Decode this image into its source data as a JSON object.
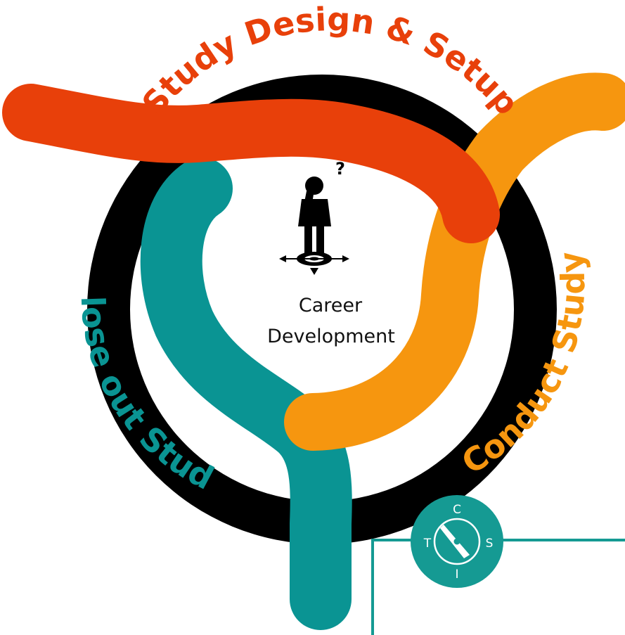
{
  "colors": {
    "ring": "#000000",
    "center": "#ffffff",
    "setup": "#e8400a",
    "conduct": "#f6960f",
    "closeout": "#0a9493",
    "logo": "#159a93",
    "frame": "#159a93"
  },
  "phases": {
    "setup": "Study Design & Setup",
    "conduct": "Conduct Study",
    "closeout": "Close out Study"
  },
  "center": {
    "line1": "Career",
    "line2": "Development",
    "icon": "person-thinking-crossroads-icon",
    "question_mark": "?"
  },
  "logo": {
    "top": "C",
    "left": "T",
    "right": "S",
    "bottom": "I",
    "icon": "compass-icon"
  }
}
